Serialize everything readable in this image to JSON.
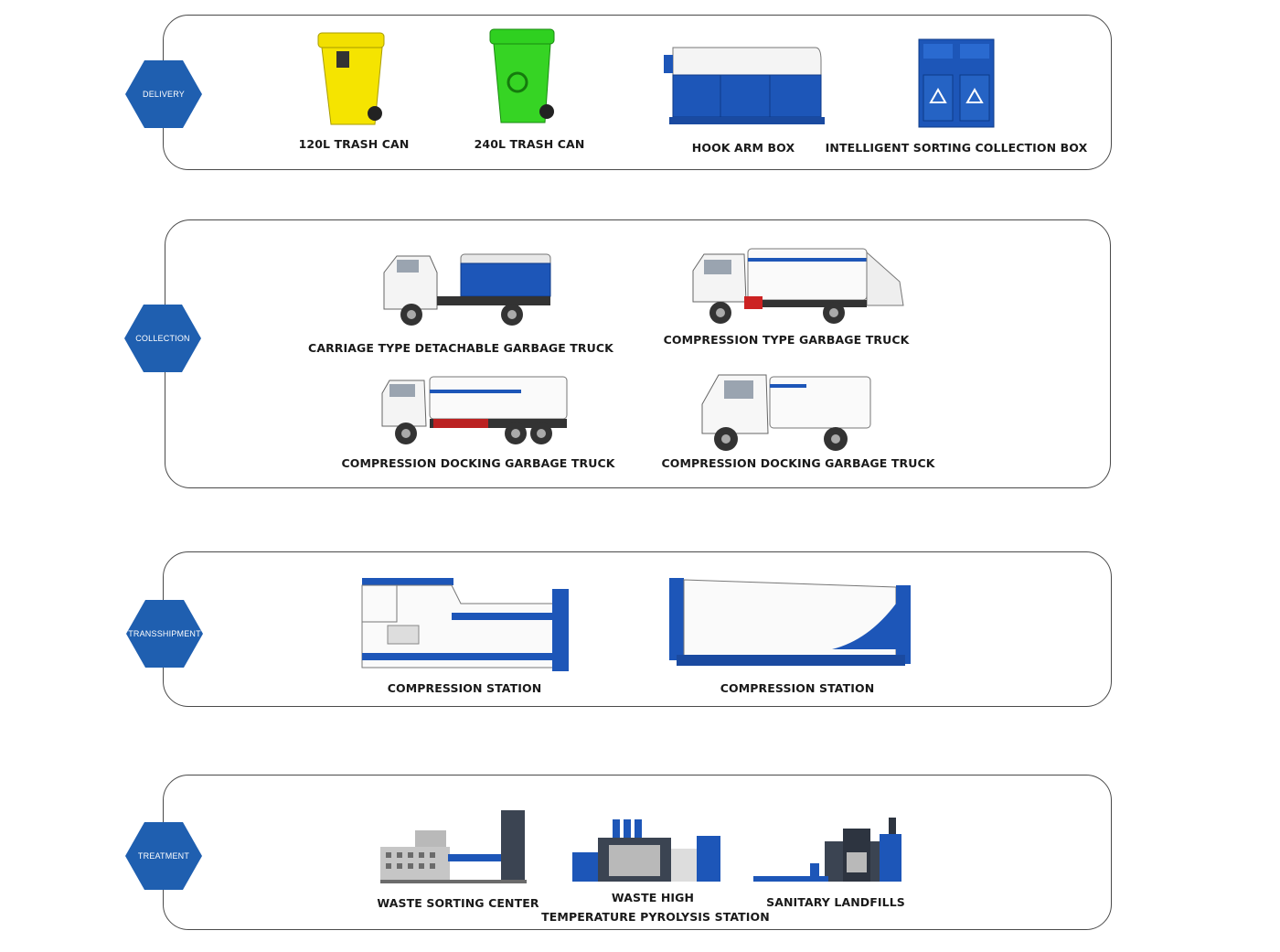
{
  "stages": [
    {
      "name": "DELIVERY",
      "items": [
        {
          "label": "120L TRASH CAN",
          "icon": "yellow-trash-can-icon"
        },
        {
          "label": "240L TRASH CAN",
          "icon": "green-trash-can-icon"
        },
        {
          "label": "HOOK ARM BOX",
          "icon": "hook-arm-box-icon"
        },
        {
          "label": "INTELLIGENT SORTING COLLECTION BOX",
          "icon": "sorting-box-icon"
        }
      ]
    },
    {
      "name": "COLLECTION",
      "items": [
        {
          "label": "CARRIAGE TYPE DETACHABLE GARBAGE TRUCK",
          "icon": "detachable-truck-icon"
        },
        {
          "label": "COMPRESSION TYPE GARBAGE TRUCK",
          "icon": "compression-truck-icon"
        },
        {
          "label": "COMPRESSION DOCKING GARBAGE TRUCK",
          "icon": "docking-truck-large-icon"
        },
        {
          "label": "COMPRESSION DOCKING GARBAGE TRUCK",
          "icon": "docking-truck-small-icon"
        }
      ]
    },
    {
      "name": "TRANSSHIPMENT",
      "items": [
        {
          "label": "COMPRESSION STATION",
          "icon": "compression-station-icon"
        },
        {
          "label": "COMPRESSION STATION",
          "icon": "compression-container-icon"
        }
      ]
    },
    {
      "name": "TREATMENT",
      "items": [
        {
          "label": "WASTE SORTING CENTER",
          "icon": "sorting-center-icon"
        },
        {
          "label": "WASTE HIGH",
          "label2": "TEMPERATURE PYROLYSIS STATION",
          "icon": "pyrolysis-station-icon"
        },
        {
          "label": "SANITARY LANDFILLS",
          "icon": "landfill-icon"
        }
      ]
    }
  ],
  "colors": {
    "hex": "#1f5fb0",
    "blue": "#1d56b8",
    "yellow": "#f2e000",
    "green": "#33cc22",
    "grey": "#b9b9b9",
    "dark": "#3b4452"
  }
}
